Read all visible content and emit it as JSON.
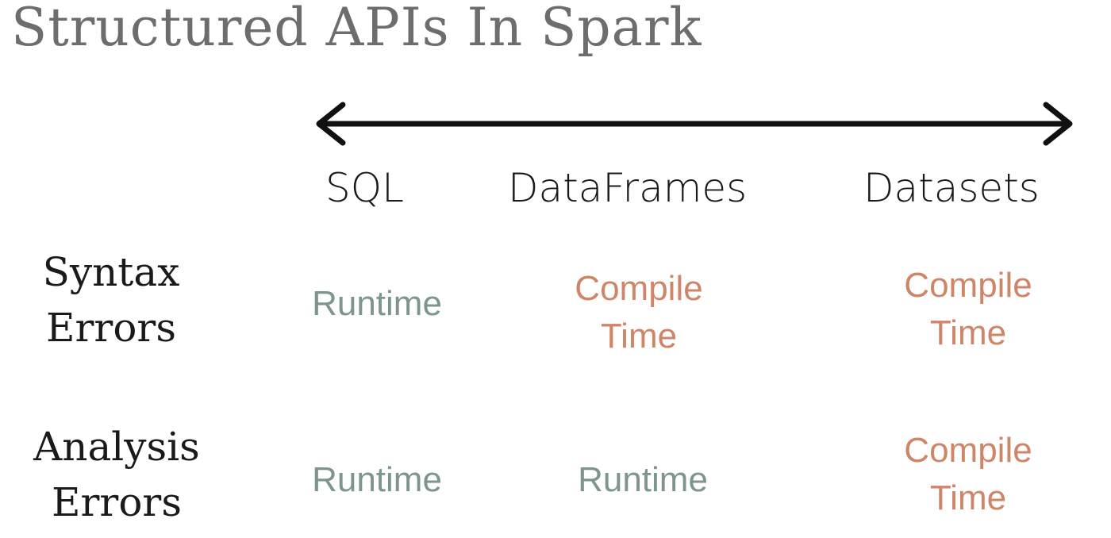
{
  "title": "Structured APIs In Spark",
  "columns": [
    "SQL",
    "DataFrames",
    "Datasets"
  ],
  "rows": [
    {
      "label": [
        "Syntax",
        "Errors"
      ],
      "cells": [
        [
          "Runtime"
        ],
        [
          "Compile",
          "Time"
        ],
        [
          "Compile",
          "Time"
        ]
      ]
    },
    {
      "label": [
        "Analysis",
        "Errors"
      ],
      "cells": [
        [
          "Runtime"
        ],
        [
          "Runtime"
        ],
        [
          "Compile",
          "Time"
        ]
      ]
    }
  ],
  "colors": {
    "runtime": "#7e958b",
    "compile": "#cf8668",
    "arrow": "#111111"
  }
}
